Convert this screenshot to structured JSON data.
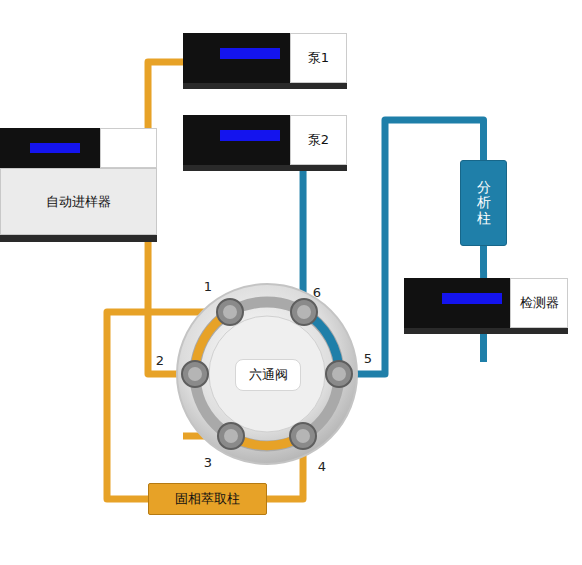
{
  "diagram": {
    "nodes": [
      {
        "text": [
          "泵1"
        ]
      },
      {
        "text": [
          "泵2"
        ]
      },
      {
        "text": [
          "自动进样器"
        ]
      },
      {
        "text": [
          "分析柱"
        ]
      },
      {
        "text": [
          "六通阀"
        ]
      },
      {
        "text": [
          "检测器"
        ]
      },
      {
        "text": [
          "固相萃取柱"
        ]
      }
    ],
    "edges": [
      {
        "from": 0,
        "to": 2,
        "arrow": "none"
      },
      {
        "from": 2,
        "to": 4,
        "arrow": "none"
      },
      {
        "from": 4,
        "to": 6,
        "arrow": "none"
      },
      {
        "from": 6,
        "to": 4,
        "arrow": "none"
      },
      {
        "from": 1,
        "to": 4,
        "arrow": "none"
      },
      {
        "from": 4,
        "to": 3,
        "arrow": "none"
      },
      {
        "from": 3,
        "to": 5,
        "arrow": "none"
      }
    ],
    "labels": [
      "1",
      "2",
      "3",
      "4",
      "5",
      "6"
    ]
  }
}
